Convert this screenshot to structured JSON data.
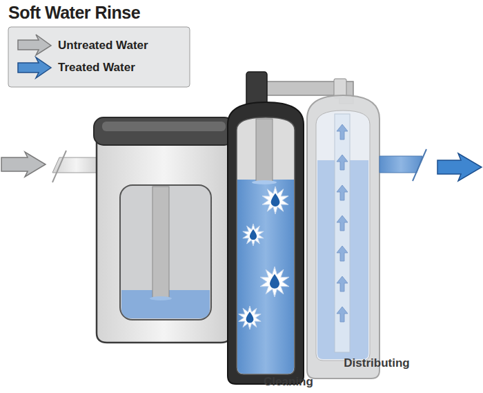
{
  "diagram": {
    "title": "Soft Water Rinse",
    "labels": [
      "Cleaning",
      "Distributing"
    ],
    "legend": [
      {
        "text": "Untreated Water"
      },
      {
        "text": "Treated Water"
      }
    ]
  }
}
